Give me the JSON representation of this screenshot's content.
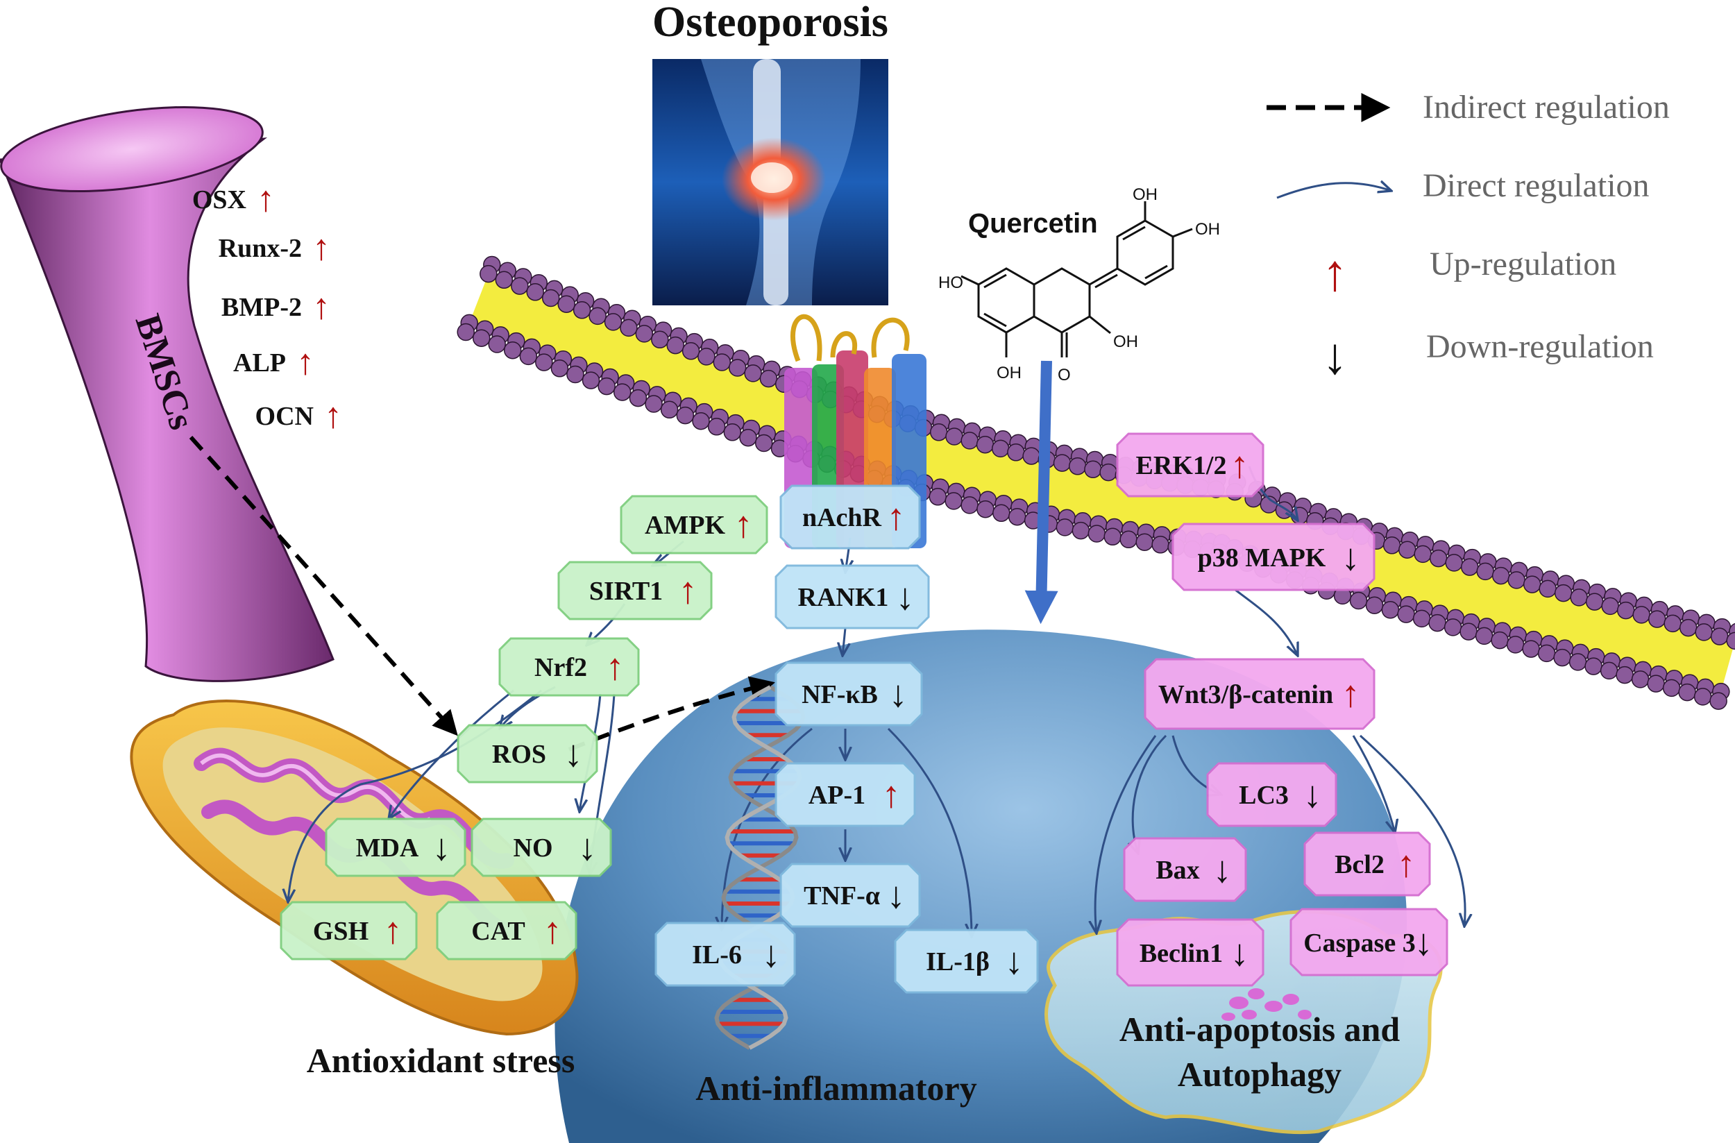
{
  "title": "Osteoporosis",
  "quercetin": {
    "name": "Quercetin",
    "oh_labels": [
      "OH",
      "OH",
      "HO",
      "OH",
      "OH",
      "O"
    ]
  },
  "legend": {
    "indirect": "Indirect regulation",
    "direct": "Direct regulation",
    "up": "Up-regulation",
    "down": "Down-regulation"
  },
  "arrows": {
    "up": "↑",
    "down": "↓"
  },
  "colors": {
    "up_arrow": "#b01010",
    "down_arrow": "#111111",
    "green_node": "#c9f2c9",
    "blue_node": "#bfe3f7",
    "pink_node": "#f3a9ef",
    "bmsc": "#b24fb0",
    "membrane_head": "#8a5a9a",
    "membrane_tail": "#f2ea2a",
    "nucleus": "#4f86b8"
  },
  "bmscs": {
    "label": "BMSCs",
    "markers": [
      {
        "name": "OSX",
        "dir": "up"
      },
      {
        "name": "Runx-2",
        "dir": "up"
      },
      {
        "name": "BMP-2",
        "dir": "up"
      },
      {
        "name": "ALP",
        "dir": "up"
      },
      {
        "name": "OCN",
        "dir": "up"
      }
    ]
  },
  "nodes": {
    "ampk": {
      "name": "AMPK",
      "dir": "up"
    },
    "sirt1": {
      "name": "SIRT1",
      "dir": "up"
    },
    "nrf2": {
      "name": "Nrf2",
      "dir": "up"
    },
    "ros": {
      "name": "ROS",
      "dir": "down"
    },
    "mda": {
      "name": "MDA",
      "dir": "down"
    },
    "no": {
      "name": "NO",
      "dir": "down"
    },
    "gsh": {
      "name": "GSH",
      "dir": "up"
    },
    "cat": {
      "name": "CAT",
      "dir": "up"
    },
    "nachr": {
      "name": "nAchR",
      "dir": "up"
    },
    "rank1": {
      "name": "RANK1",
      "dir": "down"
    },
    "nfkb": {
      "name": "NF-κB",
      "dir": "down"
    },
    "ap1": {
      "name": "AP-1",
      "dir": "up"
    },
    "tnfa": {
      "name": "TNF-α",
      "dir": "down"
    },
    "il6": {
      "name": "IL-6",
      "dir": "down"
    },
    "il1b": {
      "name": "IL-1β",
      "dir": "down"
    },
    "erk": {
      "name": "ERK1/2",
      "dir": "up"
    },
    "p38": {
      "name": "p38 MAPK",
      "dir": "down"
    },
    "wnt": {
      "name": "Wnt3/β-catenin",
      "dir": "up"
    },
    "lc3": {
      "name": "LC3",
      "dir": "down"
    },
    "bax": {
      "name": "Bax",
      "dir": "down"
    },
    "bcl2": {
      "name": "Bcl2",
      "dir": "up"
    },
    "beclin1": {
      "name": "Beclin1",
      "dir": "down"
    },
    "casp3": {
      "name": "Caspase 3",
      "dir": "down"
    }
  },
  "sections": {
    "antioxidant": "Antioxidant stress",
    "antiinflam": "Anti-inflammatory",
    "apoptosis_line1": "Anti-apoptosis and",
    "apoptosis_line2": "Autophagy"
  }
}
